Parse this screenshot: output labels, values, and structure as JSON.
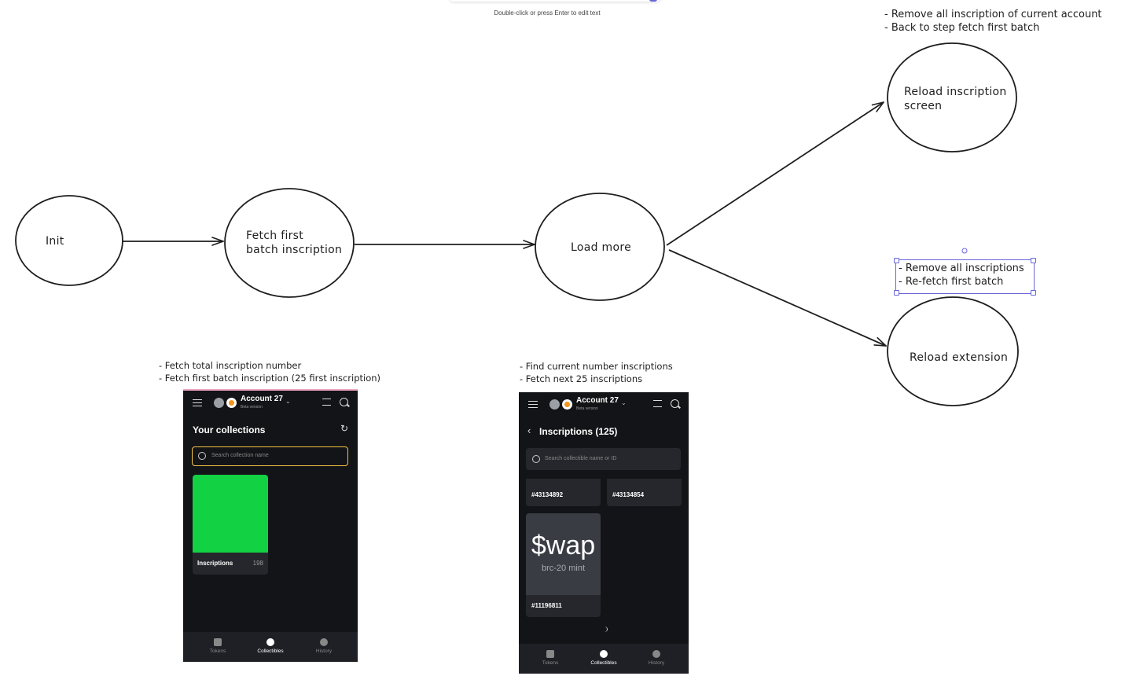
{
  "editor_hint": "Double-click or press Enter to edit text",
  "nodes": {
    "init": "Init",
    "fetch_first": [
      "Fetch first",
      "batch inscription"
    ],
    "load_more": "Load more",
    "reload_screen": [
      "Reload inscription",
      "screen"
    ],
    "reload_extension": "Reload extension"
  },
  "notes": {
    "reload_screen": [
      "- Remove all inscription of current account",
      "- Back to step fetch first batch"
    ],
    "reload_extension": [
      "- Remove all inscriptions",
      "- Re-fetch first batch"
    ],
    "fetch_first": [
      "- Fetch total inscription number",
      "- Fetch first batch inscription (25 first inscription)"
    ],
    "load_more": [
      "- Find current number inscriptions",
      "- Fetch next 25 inscriptions"
    ]
  },
  "phone1": {
    "account": "Account 27",
    "beta": "Beta version",
    "title": "Your collections",
    "search_placeholder": "Search collection name",
    "collection_name": "Inscriptions",
    "collection_count": "198",
    "collection_color": "#12d143",
    "nav": [
      "Tokens",
      "Collectibles",
      "History"
    ]
  },
  "phone2": {
    "account": "Account 27",
    "beta": "Beta version",
    "title": "Inscriptions (125)",
    "search_placeholder": "Search collectible name or ID",
    "items": [
      "#43134892",
      "#43134854"
    ],
    "swap_big": "$wap",
    "swap_sub": "brc-20 mint",
    "swap_id": "#11196811",
    "nav": [
      "Tokens",
      "Collectibles",
      "History"
    ]
  },
  "colors": {
    "stroke": "#1e1e1e",
    "selection": "#6965db",
    "accent_yellow": "#f6c445"
  }
}
